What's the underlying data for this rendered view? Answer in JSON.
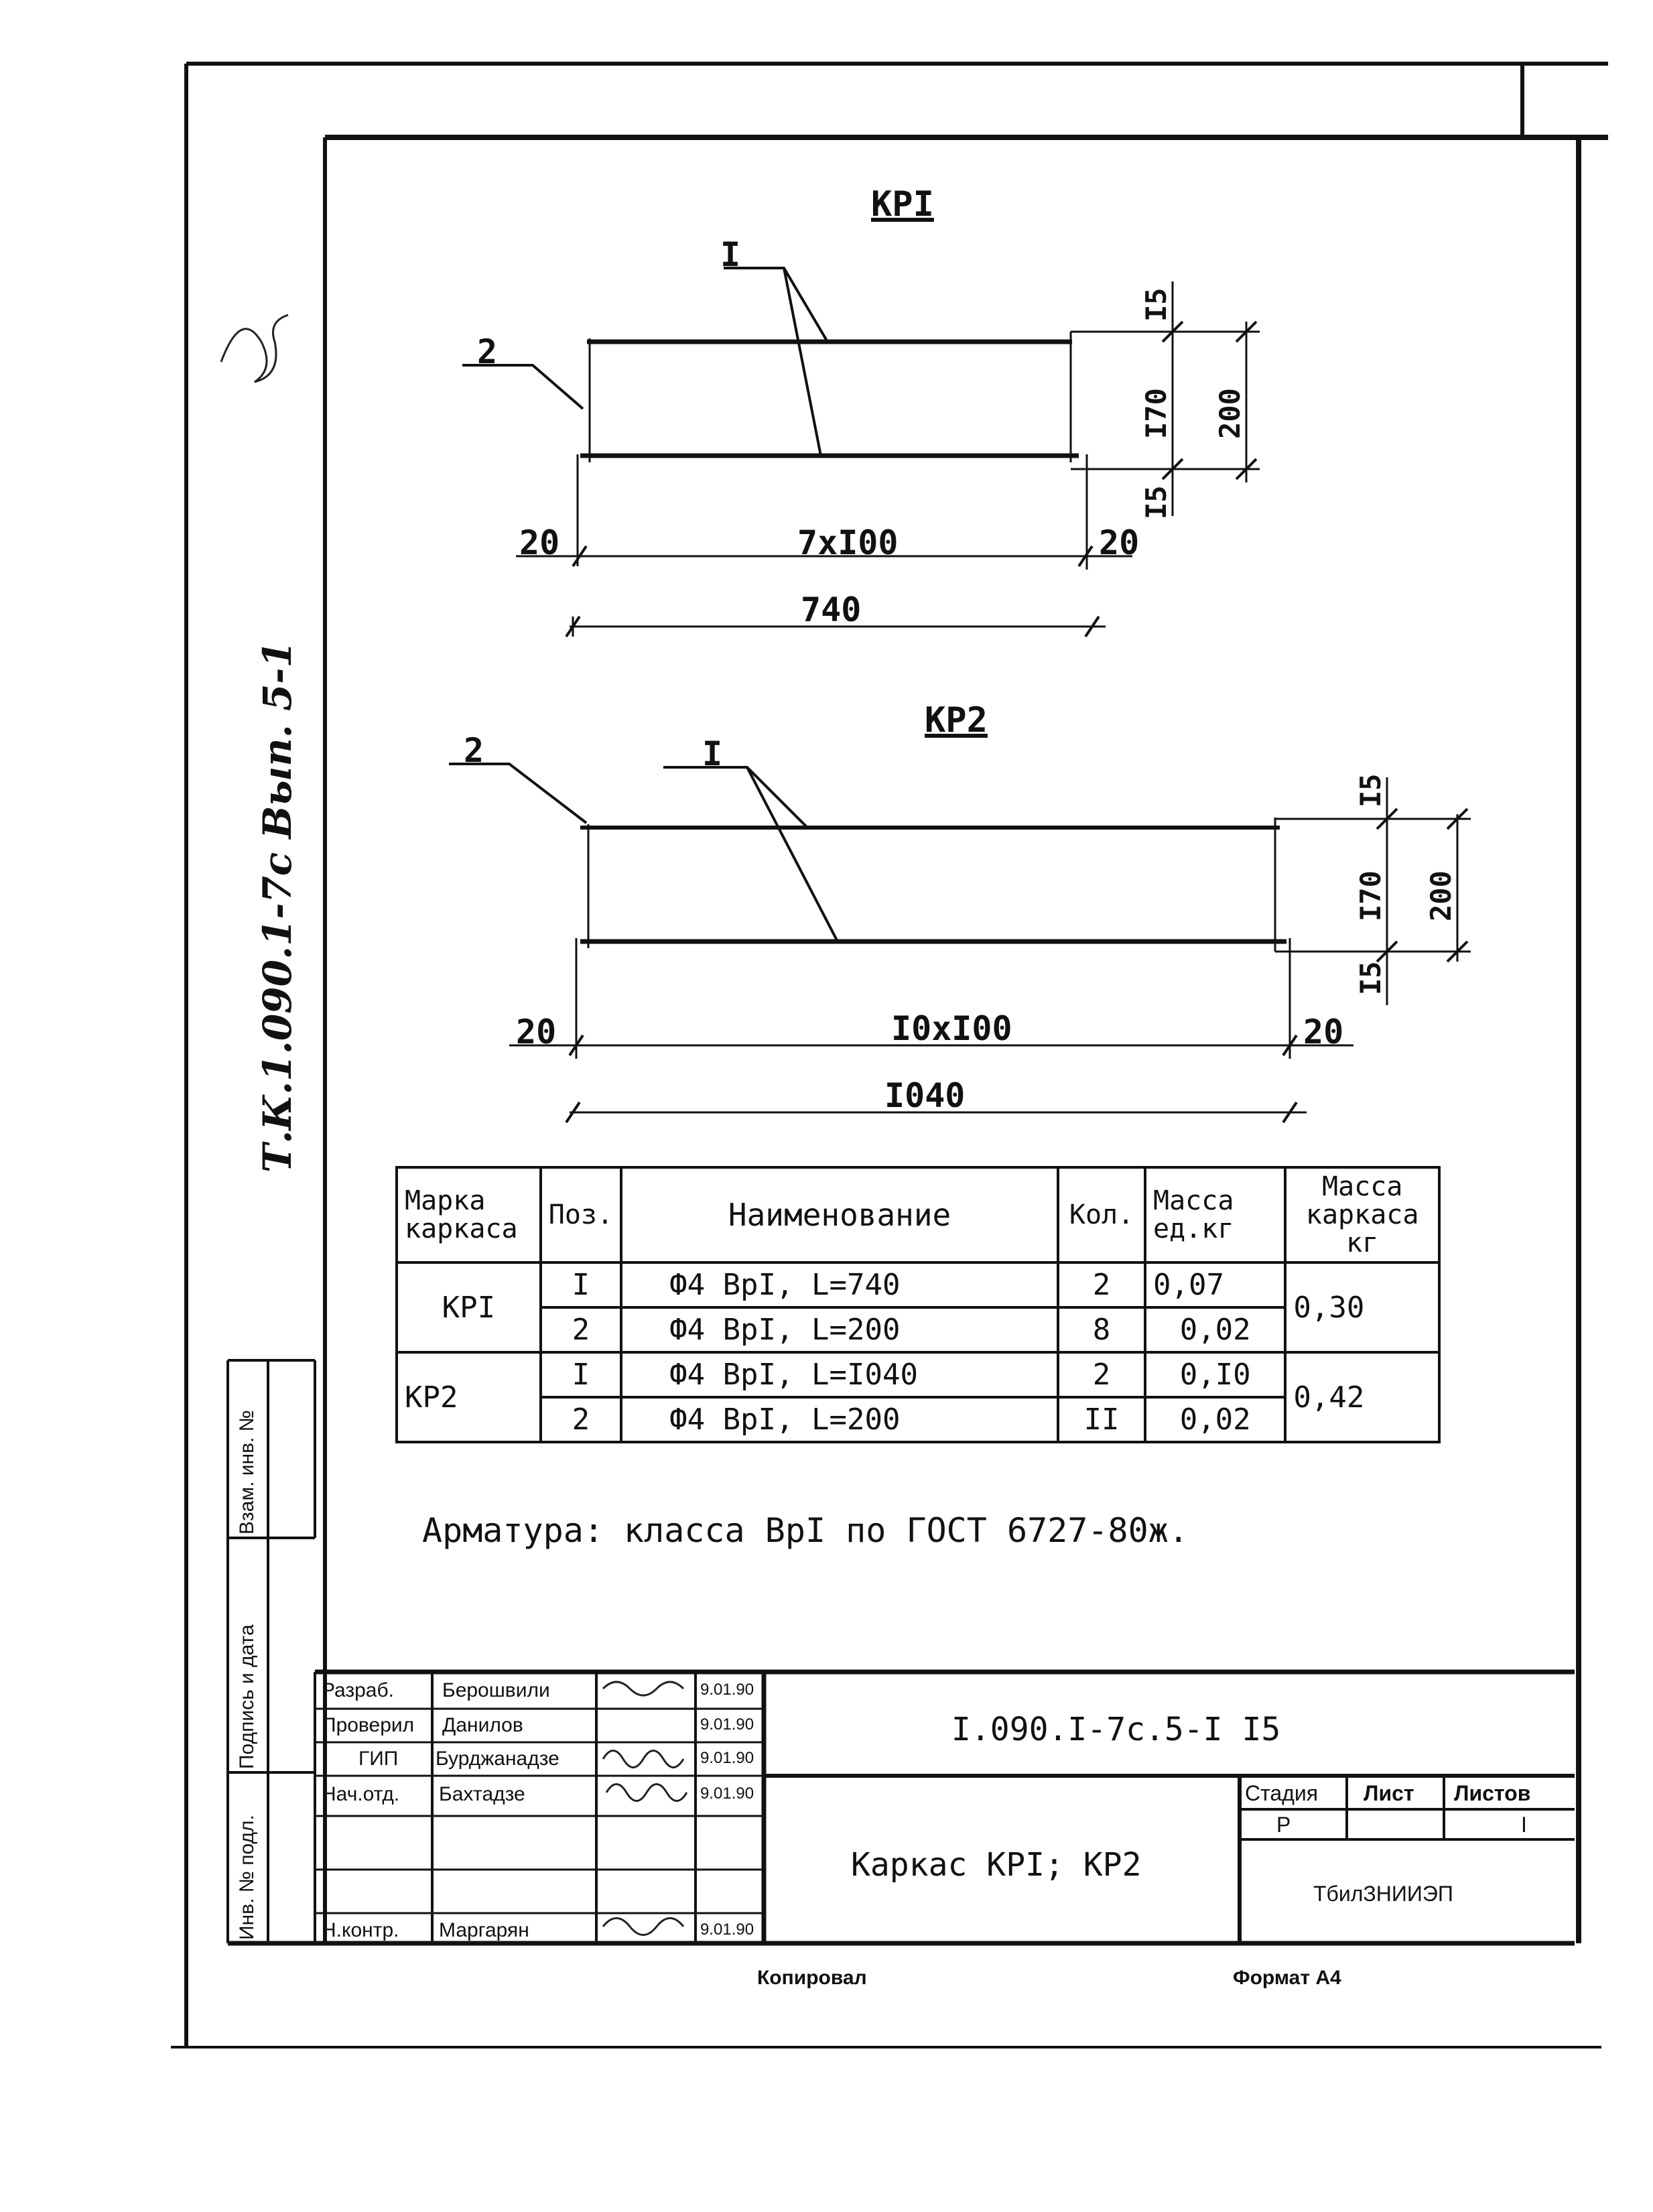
{
  "side_code": "Т.К.1.090.1-7с Вып. 5-1",
  "side_stamps": {
    "inv_no_podl": "Инв. № подл.",
    "podpis_data": "Подпись и дата",
    "vzam_inv": "Взам. инв. №"
  },
  "drawing1": {
    "title": "КРI",
    "leader_1": "I",
    "leader_2": "2",
    "dim_left": "20",
    "dim_mid": "7хI00",
    "dim_right": "20",
    "dim_total": "740",
    "dim_v_top": "I5",
    "dim_v_mid": "I70",
    "dim_v_bot": "I5",
    "dim_v_total": "200"
  },
  "drawing2": {
    "title": "КР2",
    "leader_1": "I",
    "leader_2": "2",
    "dim_left": "20",
    "dim_mid": "I0хI00",
    "dim_right": "20",
    "dim_total": "I040",
    "dim_v_top": "I5",
    "dim_v_mid": "I70",
    "dim_v_bot": "I5",
    "dim_v_total": "200"
  },
  "spec_table": {
    "headers": [
      "Марка каркаса",
      "Поз.",
      "Наименование",
      "Кол.",
      "Масса ед.кг",
      "Масса каркаса кг"
    ],
    "rows": [
      {
        "mark": "КРI",
        "pos": "I",
        "name": "Ф4 ВрI,  L=740",
        "qty": "2",
        "mass_unit": "0,07",
        "mass_total": "0,30"
      },
      {
        "mark": "",
        "pos": "2",
        "name": "Ф4 ВрI,  L=200",
        "qty": "8",
        "mass_unit": "0,02",
        "mass_total": ""
      },
      {
        "mark": "КР2",
        "pos": "I",
        "name": "Ф4 ВрI,  L=I040",
        "qty": "2",
        "mass_unit": "0,I0",
        "mass_total": "0,42"
      },
      {
        "mark": "",
        "pos": "2",
        "name": "Ф4 ВрI,  L=200",
        "qty": "II",
        "mass_unit": "0,02",
        "mass_total": ""
      }
    ]
  },
  "note": "Арматура:  класса ВрI по ГОСТ 6727-80ж.",
  "title_block": {
    "roles": [
      "Разраб.",
      "Проверил",
      "ГИП",
      "Нач.отд.",
      "",
      "",
      "Н.контр."
    ],
    "names": [
      "Берошвили",
      "Данилов",
      "Бурджанадзе",
      "Бахтадзе",
      "",
      "",
      "Маргарян"
    ],
    "dates": [
      "9.01.90",
      "9.01.90",
      "9.01.90",
      "9.01.90",
      "",
      "",
      "9.01.90"
    ],
    "doc_code": "I.090.I-7с.5-I I5",
    "name": "Каркас  КРI; КР2",
    "stage_label": "Стадия",
    "sheet_label": "Лист",
    "sheets_label": "Листов",
    "stage": "Р",
    "sheet": "",
    "sheets": "I",
    "org": "ТбилЗНИИЭП"
  },
  "footer": {
    "copied": "Копировал",
    "format": "Формат А4"
  }
}
